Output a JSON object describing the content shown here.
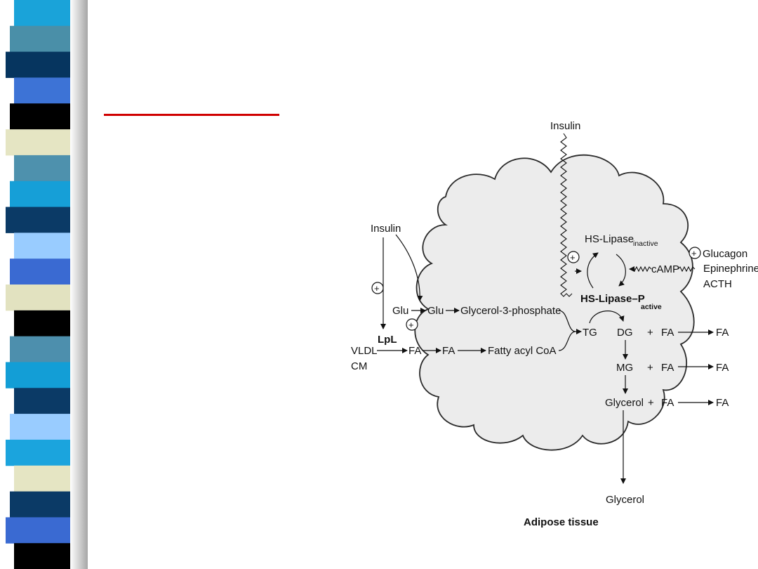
{
  "slide": {
    "stripe_colors": [
      "#1aa3d9",
      "#4a8fa8",
      "#06355f",
      "#3d73d6",
      "#000000",
      "#e5e5c3",
      "#4e91ad",
      "#169fd7",
      "#0b3a66",
      "#99ccff",
      "#3a6ad2",
      "#e2e2c0",
      "#000000",
      "#4d8fad",
      "#139ed6",
      "#0b3a66",
      "#99ccff",
      "#1ba4dd",
      "#e5e5c3",
      "#0b3a66",
      "#3a6ad2",
      "#000000"
    ],
    "accent_line_color": "#d00000"
  },
  "diagram": {
    "insulin_top": "Insulin",
    "insulin_left": "Insulin",
    "plus_sign": "+",
    "hs_lipase": "HS-Lipase",
    "inactive": "inactive",
    "hs_lipase_p": "HS-Lipase–P",
    "active": "active",
    "camp": "cAMP",
    "glucagon": "Glucagon",
    "epinephrine": "Epinephrine",
    "acth": "ACTH",
    "glu_out": "Glu",
    "glu_in": "Glu",
    "g3p": "Glycerol-3-phosphate",
    "lpl": "LpL",
    "vldl": "VLDL",
    "cm": "CM",
    "fa_out": "FA",
    "fa_in": "FA",
    "fatty_acyl_coa": "Fatty acyl CoA",
    "tg": "TG",
    "dg": "DG",
    "mg": "MG",
    "glycerol_in": "Glycerol",
    "plus_op": "+",
    "fa": "FA",
    "glycerol_out": "Glycerol",
    "caption": "Adipose tissue"
  }
}
